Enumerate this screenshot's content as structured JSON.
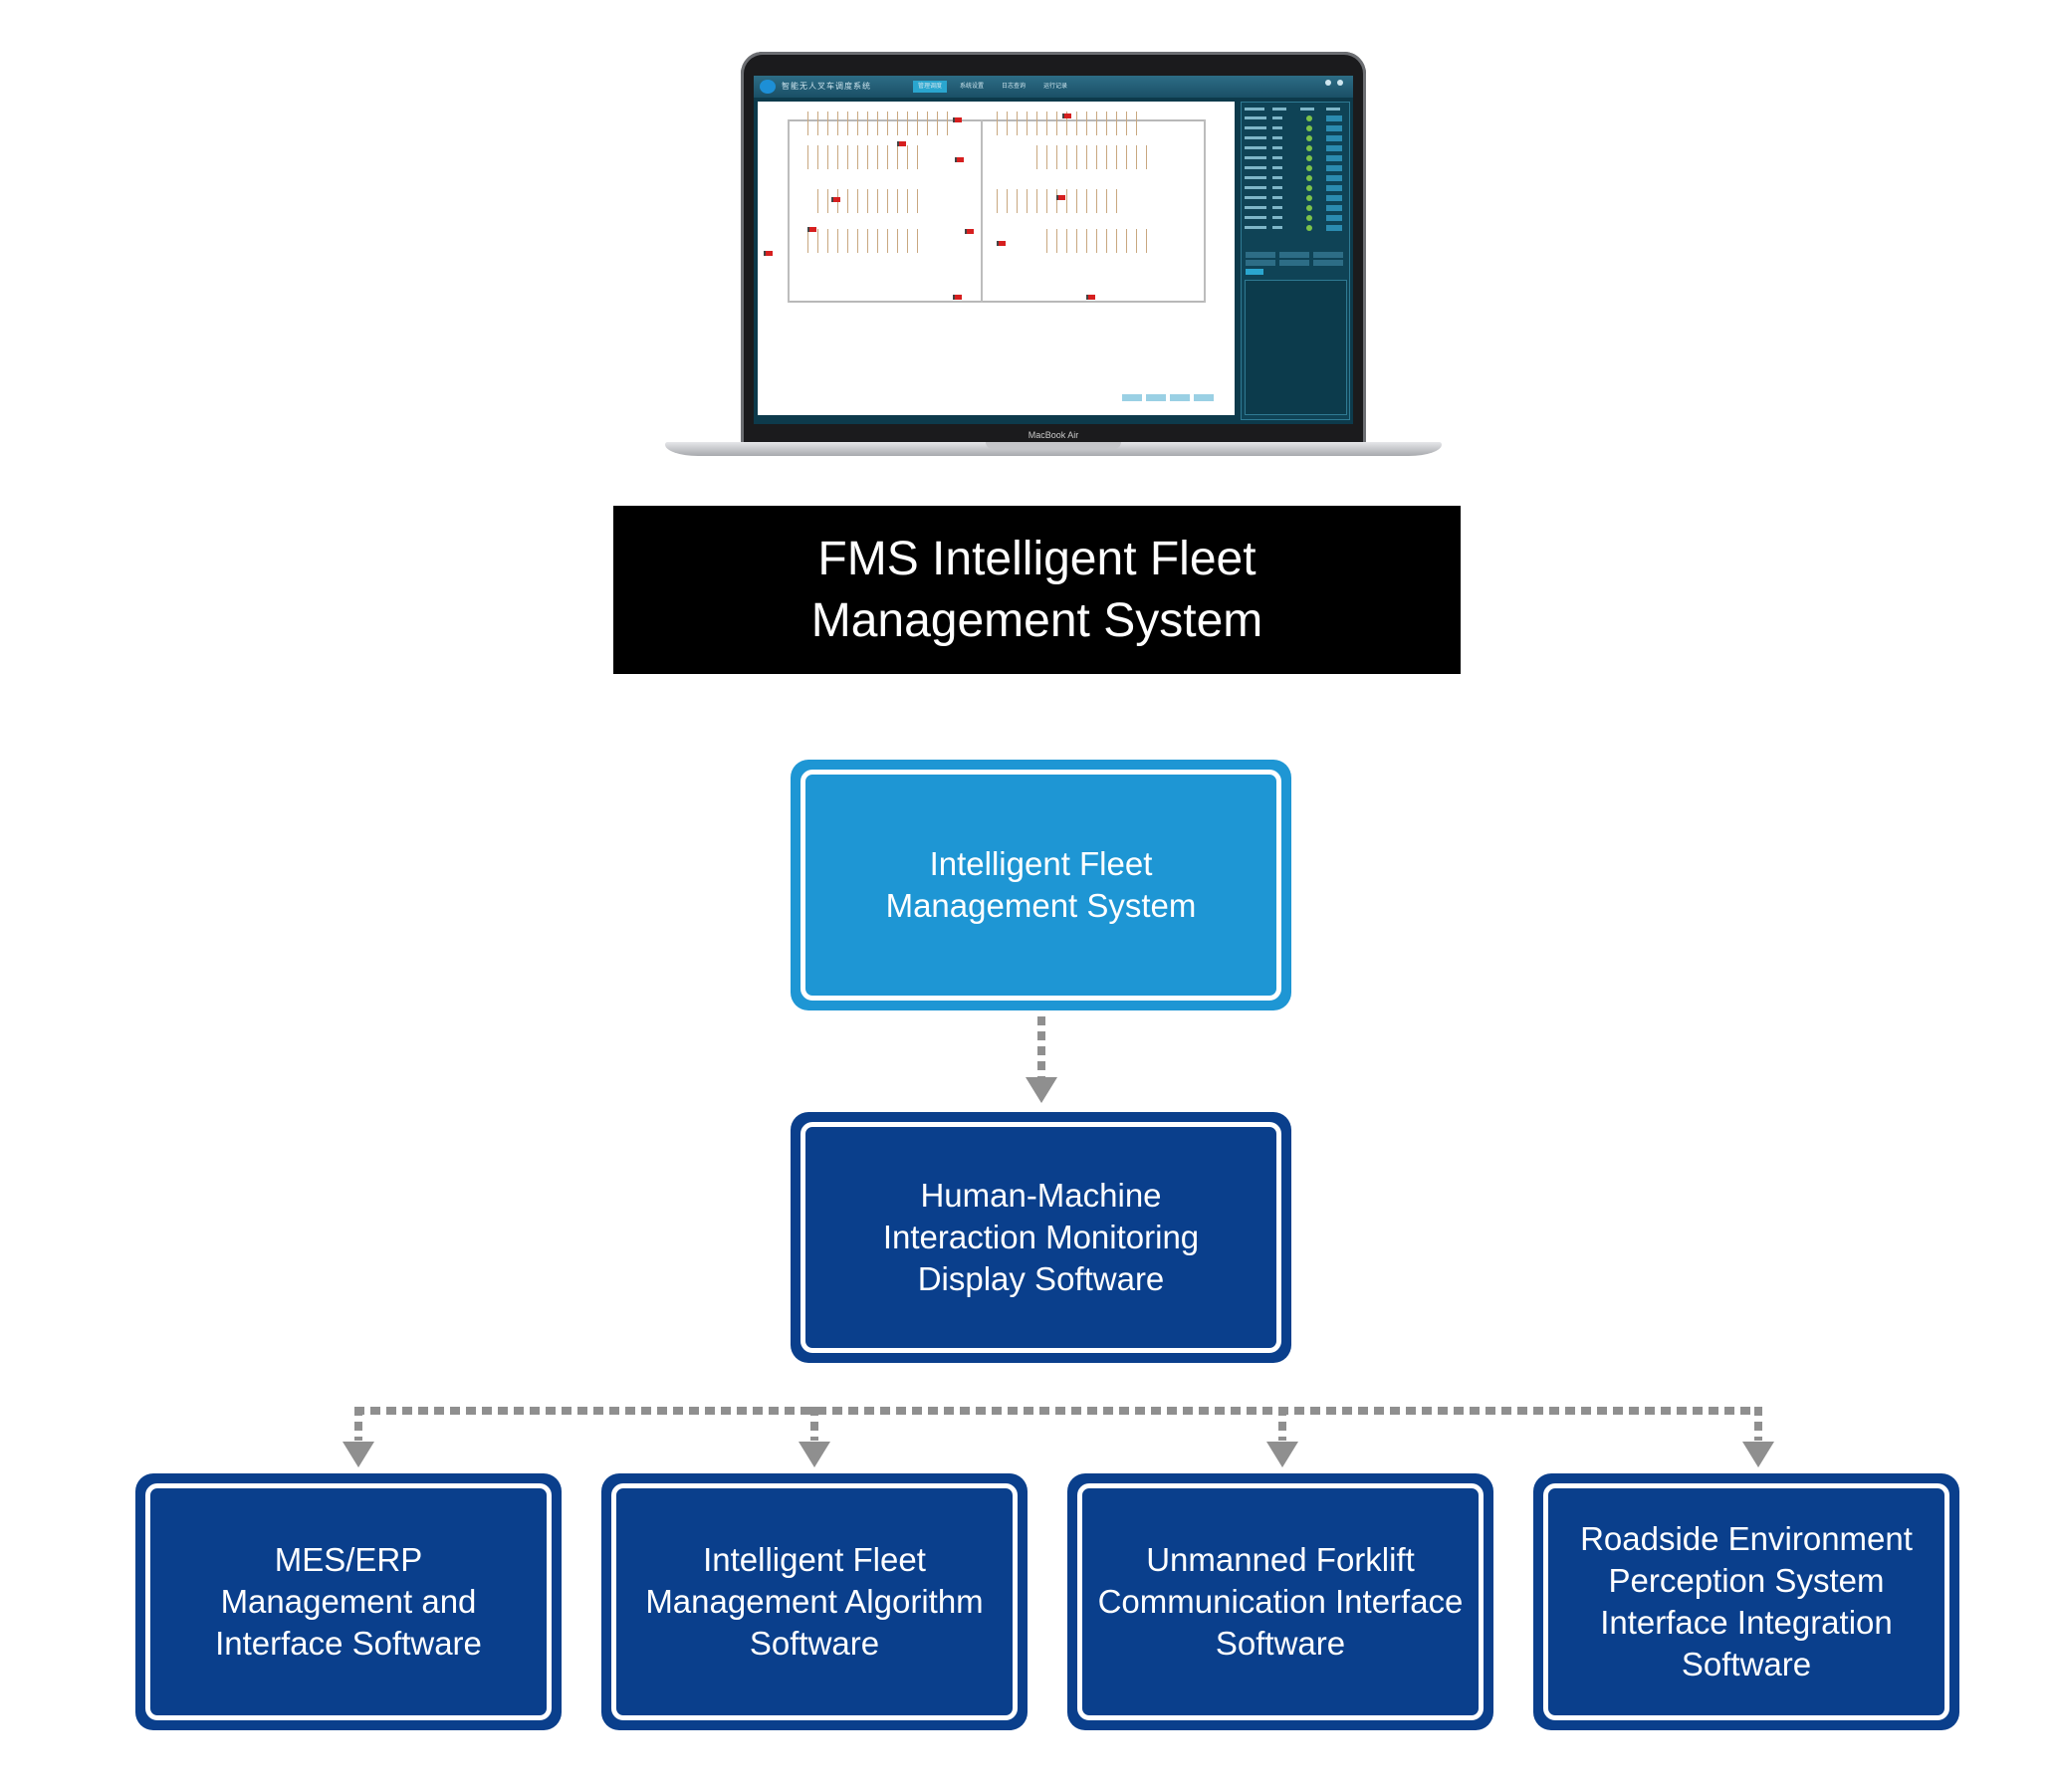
{
  "laptop": {
    "brand_label": "MacBook Air",
    "app_name": "智能无人叉车调度系统",
    "app_tabs": [
      "管理调度",
      "系统设置",
      "日志查询",
      "运行记录"
    ]
  },
  "title": "FMS Intelligent Fleet\nManagement System",
  "colors": {
    "title_band": "#000000",
    "top_box": "#1e96d4",
    "dark_box": "#0a3f8c",
    "connector": "#8f8f8f"
  },
  "top_box": {
    "label": "Intelligent Fleet\nManagement System"
  },
  "middle_box": {
    "label": "Human-Machine\nInteraction Monitoring\nDisplay Software"
  },
  "leaf_boxes": [
    {
      "label": "MES/ERP\nManagement and\nInterface Software"
    },
    {
      "label": "Intelligent Fleet\nManagement Algorithm\nSoftware"
    },
    {
      "label": "Unmanned Forklift\nCommunication Interface\nSoftware"
    },
    {
      "label": "Roadside Environment\nPerception System\nInterface Integration\nSoftware"
    }
  ]
}
